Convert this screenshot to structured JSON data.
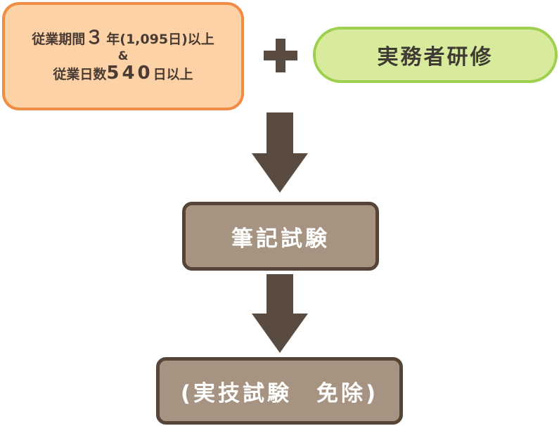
{
  "requirements": {
    "line1_pre": "従業期間",
    "line1_num": "３",
    "line1_post": "年(1,095日)以上",
    "connector": "&",
    "line2_pre": "従業日数",
    "line2_num": "540",
    "line2_post": "日以上"
  },
  "training": {
    "label": "実務者研修"
  },
  "written_exam": {
    "label": "筆記試験"
  },
  "practical_exam": {
    "label": "(実技試験　免除)"
  },
  "colors": {
    "requirement_fill": "#fcd2a6",
    "requirement_border": "#f08c46",
    "training_fill": "#d8eb9c",
    "training_border": "#9fcf4e",
    "exam_fill": "#a69381",
    "exam_border": "#554539",
    "arrow": "#5a4b40",
    "plus": "#5a4b40"
  },
  "icons": {
    "plus": "plus-icon",
    "arrow": "arrow-down-icon"
  }
}
